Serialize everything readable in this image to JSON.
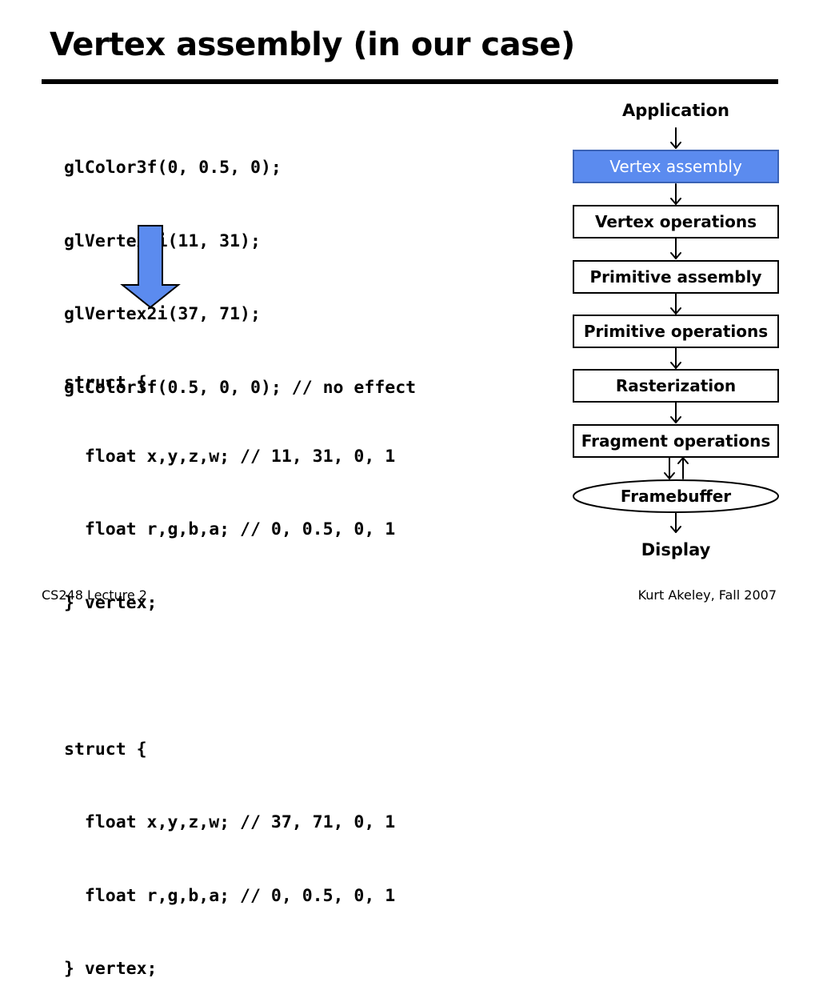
{
  "title": "Vertex assembly (in our case)",
  "code_top": [
    "glColor3f(0, 0.5, 0);",
    "glVertex2i(11, 31);",
    "glVertex2i(37, 71);",
    "glColor3f(0.5, 0, 0); // no effect"
  ],
  "code_bottom": [
    "struct {",
    "  float x,y,z,w; // 11, 31, 0, 1",
    "  float r,g,b,a; // 0, 0.5, 0, 1",
    "} vertex;",
    "",
    "struct {",
    "  float x,y,z,w; // 37, 71, 0, 1",
    "  float r,g,b,a; // 0, 0.5, 0, 1",
    "} vertex;"
  ],
  "pipeline": {
    "source": "Application",
    "stages": [
      "Vertex assembly",
      "Vertex operations",
      "Primitive assembly",
      "Primitive operations",
      "Rasterization",
      "Fragment operations"
    ],
    "highlighted": "Vertex assembly",
    "framebuffer": "Framebuffer",
    "sink": "Display"
  },
  "colors": {
    "highlight": "#5b8bef",
    "arrow_fill": "#5b8bef"
  },
  "footer": {
    "left": "CS248 Lecture 2",
    "right": "Kurt Akeley, Fall 2007"
  }
}
